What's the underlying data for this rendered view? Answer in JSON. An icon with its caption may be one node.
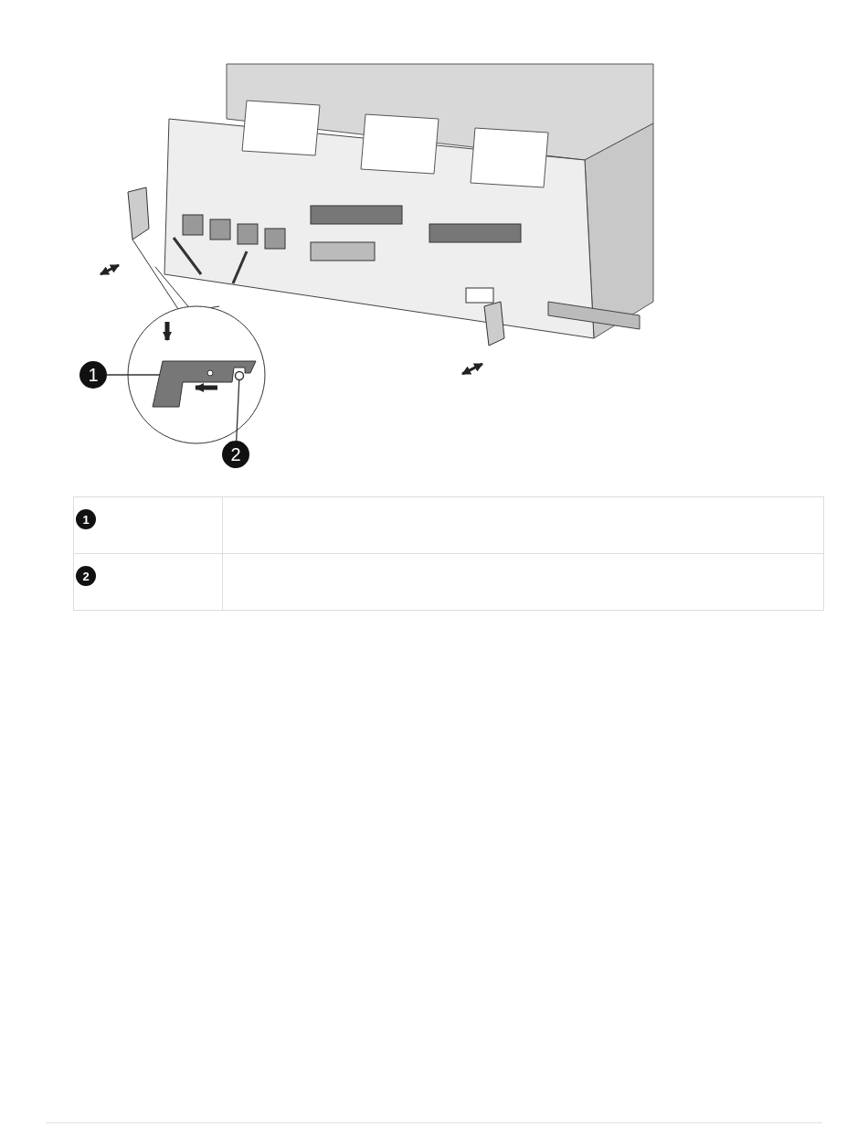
{
  "diagram": {
    "nodes": [
      {
        "text": [
          "1"
        ]
      },
      {
        "text": [],
        "shape": "latch"
      },
      {
        "text": [
          "2"
        ]
      },
      {
        "text": [],
        "shape": "circle"
      }
    ],
    "edges": [
      {
        "from": 0,
        "to": 1,
        "arrow": "none"
      },
      {
        "from": 2,
        "to": 3,
        "arrow": "none"
      }
    ],
    "labels": [
      "1",
      "2"
    ]
  }
}
